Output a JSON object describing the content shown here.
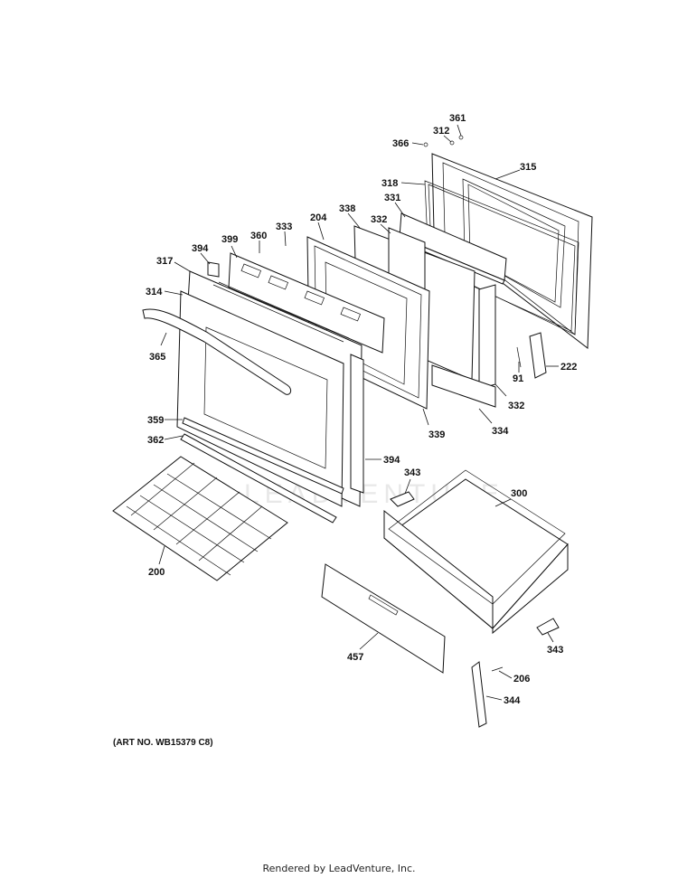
{
  "art_number": "(ART NO. WB15379 C8)",
  "footer": "Rendered by LeadVenture, Inc.",
  "watermark": "LEADVENTURE",
  "callouts": [
    {
      "id": "c361",
      "text": "361"
    },
    {
      "id": "c312",
      "text": "312"
    },
    {
      "id": "c366",
      "text": "366"
    },
    {
      "id": "c315",
      "text": "315"
    },
    {
      "id": "c318",
      "text": "318"
    },
    {
      "id": "c331",
      "text": "331"
    },
    {
      "id": "c338",
      "text": "338"
    },
    {
      "id": "c332a",
      "text": "332"
    },
    {
      "id": "c204",
      "text": "204"
    },
    {
      "id": "c333",
      "text": "333"
    },
    {
      "id": "c360",
      "text": "360"
    },
    {
      "id": "c399",
      "text": "399"
    },
    {
      "id": "c394a",
      "text": "394"
    },
    {
      "id": "c317",
      "text": "317"
    },
    {
      "id": "c314",
      "text": "314"
    },
    {
      "id": "c365",
      "text": "365"
    },
    {
      "id": "c91",
      "text": "91"
    },
    {
      "id": "c222",
      "text": "222"
    },
    {
      "id": "c332b",
      "text": "332"
    },
    {
      "id": "c339",
      "text": "339"
    },
    {
      "id": "c334",
      "text": "334"
    },
    {
      "id": "c359",
      "text": "359"
    },
    {
      "id": "c362",
      "text": "362"
    },
    {
      "id": "c394b",
      "text": "394"
    },
    {
      "id": "c343a",
      "text": "343"
    },
    {
      "id": "c300",
      "text": "300"
    },
    {
      "id": "c200",
      "text": "200"
    },
    {
      "id": "c457",
      "text": "457"
    },
    {
      "id": "c343b",
      "text": "343"
    },
    {
      "id": "c206",
      "text": "206"
    },
    {
      "id": "c344",
      "text": "344"
    }
  ]
}
